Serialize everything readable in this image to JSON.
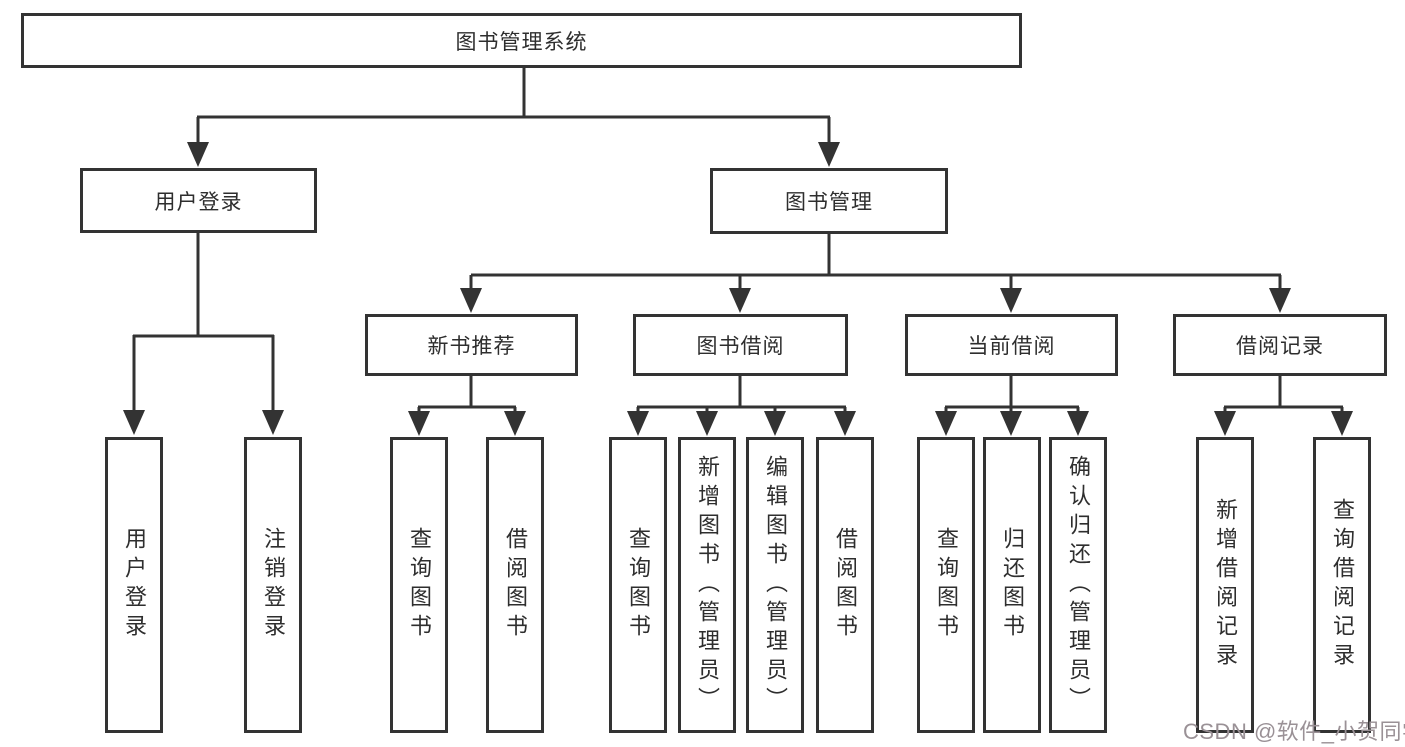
{
  "colors": {
    "line": "#333333",
    "box_border": "#333333",
    "box_bg": "#ffffff",
    "watermark": "#9a9196"
  },
  "tree": {
    "label": "图书管理系统",
    "children": [
      {
        "label": "用户登录",
        "children": [
          {
            "label": "用户登录"
          },
          {
            "label": "注销登录"
          }
        ]
      },
      {
        "label": "图书管理",
        "children": [
          {
            "label": "新书推荐",
            "children": [
              {
                "label": "查询图书"
              },
              {
                "label": "借阅图书"
              }
            ]
          },
          {
            "label": "图书借阅",
            "children": [
              {
                "label": "查询图书"
              },
              {
                "label": "新增图书（管理员）"
              },
              {
                "label": "编辑图书（管理员）"
              },
              {
                "label": "借阅图书"
              }
            ]
          },
          {
            "label": "当前借阅",
            "children": [
              {
                "label": "查询图书"
              },
              {
                "label": "归还图书"
              },
              {
                "label": "确认归还（管理员）"
              }
            ]
          },
          {
            "label": "借阅记录",
            "children": [
              {
                "label": "新增借阅记录"
              },
              {
                "label": "查询借阅记录"
              }
            ]
          }
        ]
      }
    ]
  },
  "watermark": {
    "text": "CSDN @软件_小贺同学"
  }
}
